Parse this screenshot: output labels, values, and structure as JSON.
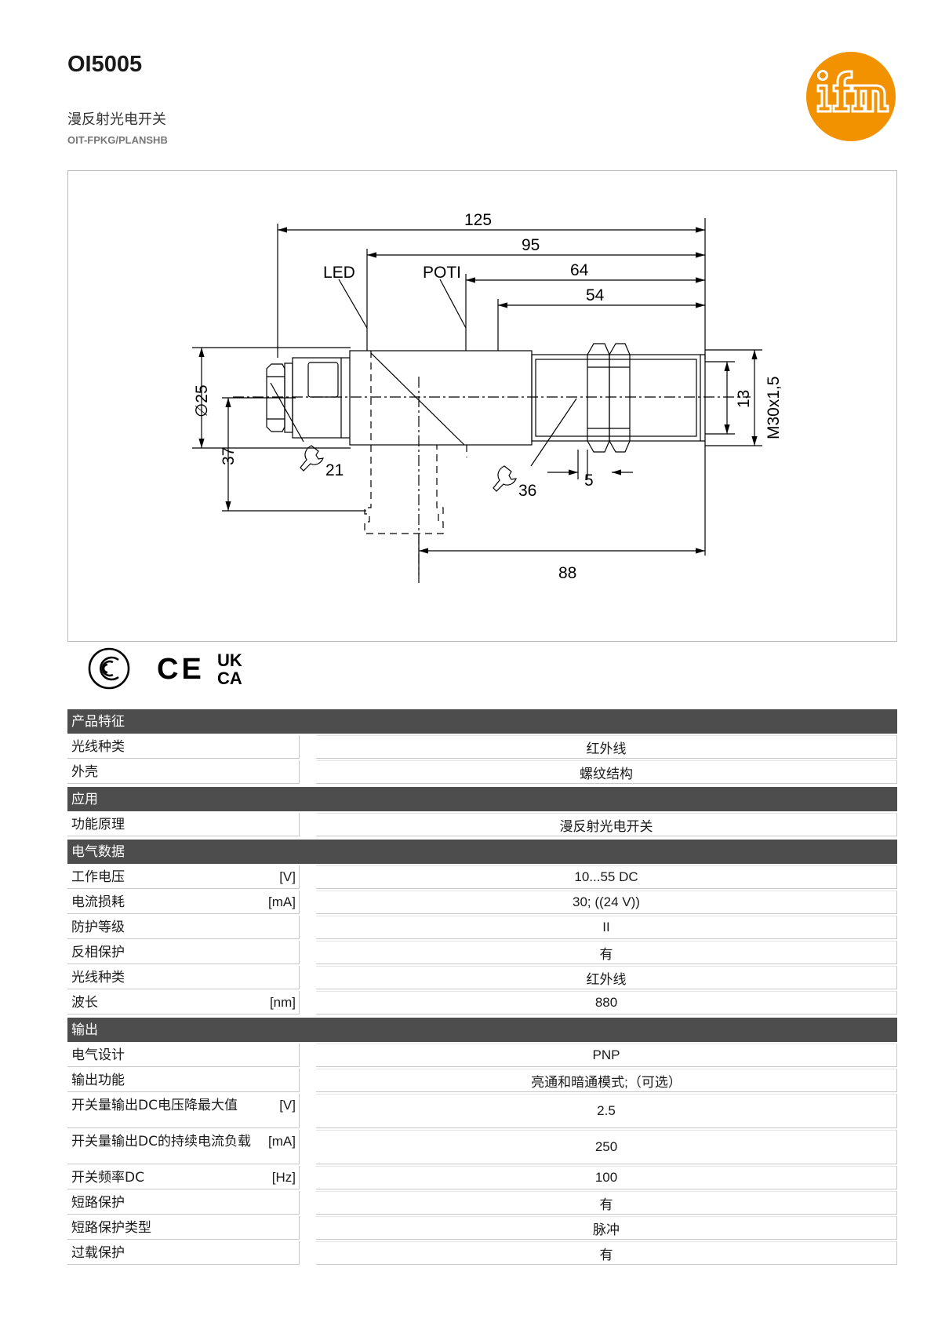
{
  "header": {
    "title": "OI5005",
    "subtitle": "漫反射光电开关",
    "code": "OIT-FPKG/PLANSHB"
  },
  "brand": {
    "color": "#f39200",
    "logo_text": "ifm"
  },
  "drawing": {
    "dims": {
      "d125": "125",
      "d95": "95",
      "d64": "64",
      "d54": "54",
      "d88": "88",
      "d37": "37",
      "d25": "∅25",
      "d13": "13",
      "thread": "M30x1,5",
      "d5": "5",
      "w21": "21",
      "w36": "36"
    },
    "labels": {
      "led": "LED",
      "poti": "POTI"
    }
  },
  "certs": {
    "ukca_top": "UK",
    "ukca_bottom": "CA",
    "ce": "CE"
  },
  "spec": {
    "sections": [
      {
        "title": "产品特征",
        "rows": [
          {
            "label": "光线种类",
            "unit": "",
            "value": "红外线"
          },
          {
            "label": "外壳",
            "unit": "",
            "value": "螺纹结构"
          }
        ]
      },
      {
        "title": "应用",
        "rows": [
          {
            "label": "功能原理",
            "unit": "",
            "value": "漫反射光电开关"
          }
        ]
      },
      {
        "title": "电气数据",
        "rows": [
          {
            "label": "工作电压",
            "unit": "[V]",
            "value": "10...55 DC"
          },
          {
            "label": "电流损耗",
            "unit": "[mA]",
            "value": "30;  ((24 V))"
          },
          {
            "label": "防护等级",
            "unit": "",
            "value": "II"
          },
          {
            "label": "反相保护",
            "unit": "",
            "value": "有"
          },
          {
            "label": "光线种类",
            "unit": "",
            "value": "红外线"
          },
          {
            "label": "波长",
            "unit": "[nm]",
            "value": "880"
          }
        ]
      },
      {
        "title": "输出",
        "rows": [
          {
            "label": "电气设计",
            "unit": "",
            "value": "PNP"
          },
          {
            "label": "输出功能",
            "unit": "",
            "value": "亮通和暗通模式;（可选）"
          },
          {
            "label": "开关量输出DC电压降最大值",
            "unit": "[V]",
            "value": "2.5"
          },
          {
            "label": "开关量输出DC的持续电流负载",
            "unit": "[mA]",
            "value": "250"
          },
          {
            "label": "开关频率DC",
            "unit": "[Hz]",
            "value": "100"
          },
          {
            "label": "短路保护",
            "unit": "",
            "value": "有"
          },
          {
            "label": "短路保护类型",
            "unit": "",
            "value": "脉冲"
          },
          {
            "label": "过载保护",
            "unit": "",
            "value": "有"
          }
        ]
      }
    ]
  }
}
